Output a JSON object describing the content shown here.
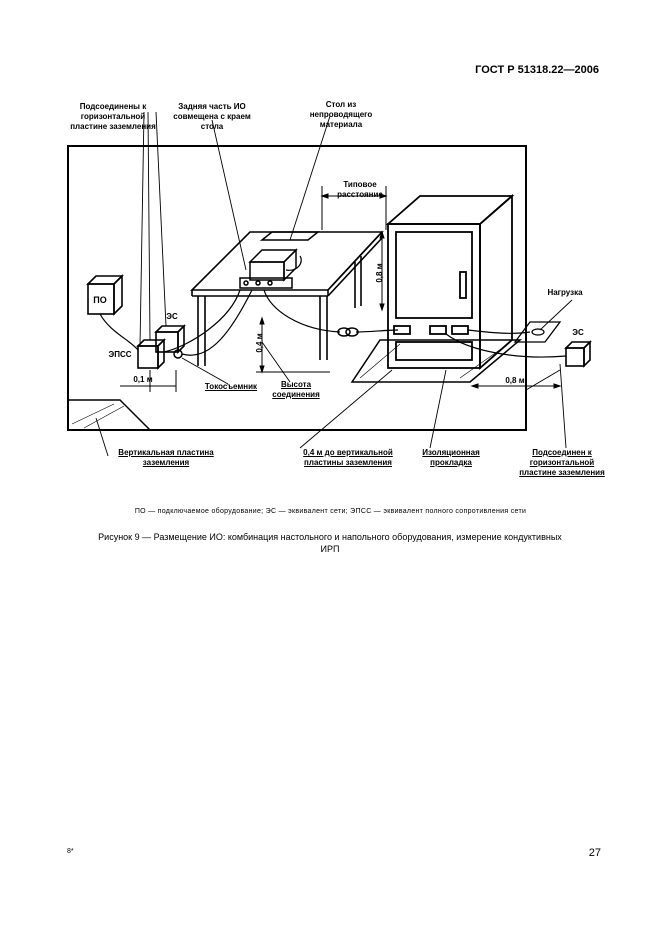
{
  "header": {
    "standard": "ГОСТ Р 51318.22—2006"
  },
  "figure": {
    "labels": {
      "connected_horizontal_top": "Подсоединены к горизонтальной пластине заземления",
      "back_of_eut": "Задняя часть ИО совмещена с краем стола",
      "table": "Стол из непроводящего материала",
      "typical_distance": "Типовое расстояние",
      "dim_08_vertical": "0,8 м",
      "dim_04": "0,4 м",
      "dim_01": "0,1 м",
      "dim_08_horizontal": "0,8 м",
      "po": "ПО",
      "es_left": "ЭС",
      "epss": "ЭПСС",
      "load": "Нагрузка",
      "es_right": "ЭС",
      "current_probe": "Токосъемник",
      "height_connection": "Высота соединения",
      "vertical_plate": "Вертикальная пластина заземления",
      "dist_to_vertical": "0,4 м до вертикальной пластины заземления",
      "insulation_pad": "Изоляционная прокладка",
      "connected_horizontal_right": "Подсоединен к горизонтальной пластине заземления"
    }
  },
  "legend": "ПО — подключаемое оборудование; ЭС — эквивалент сети; ЭПСС — эквивалент полного сопротивления сети",
  "caption": "Рисунок 9 — Размещение ИО: комбинация настольного и напольного оборудования, измерение кондуктивных ИРП",
  "footer": {
    "left_mark": "8*",
    "page_number": "27"
  }
}
